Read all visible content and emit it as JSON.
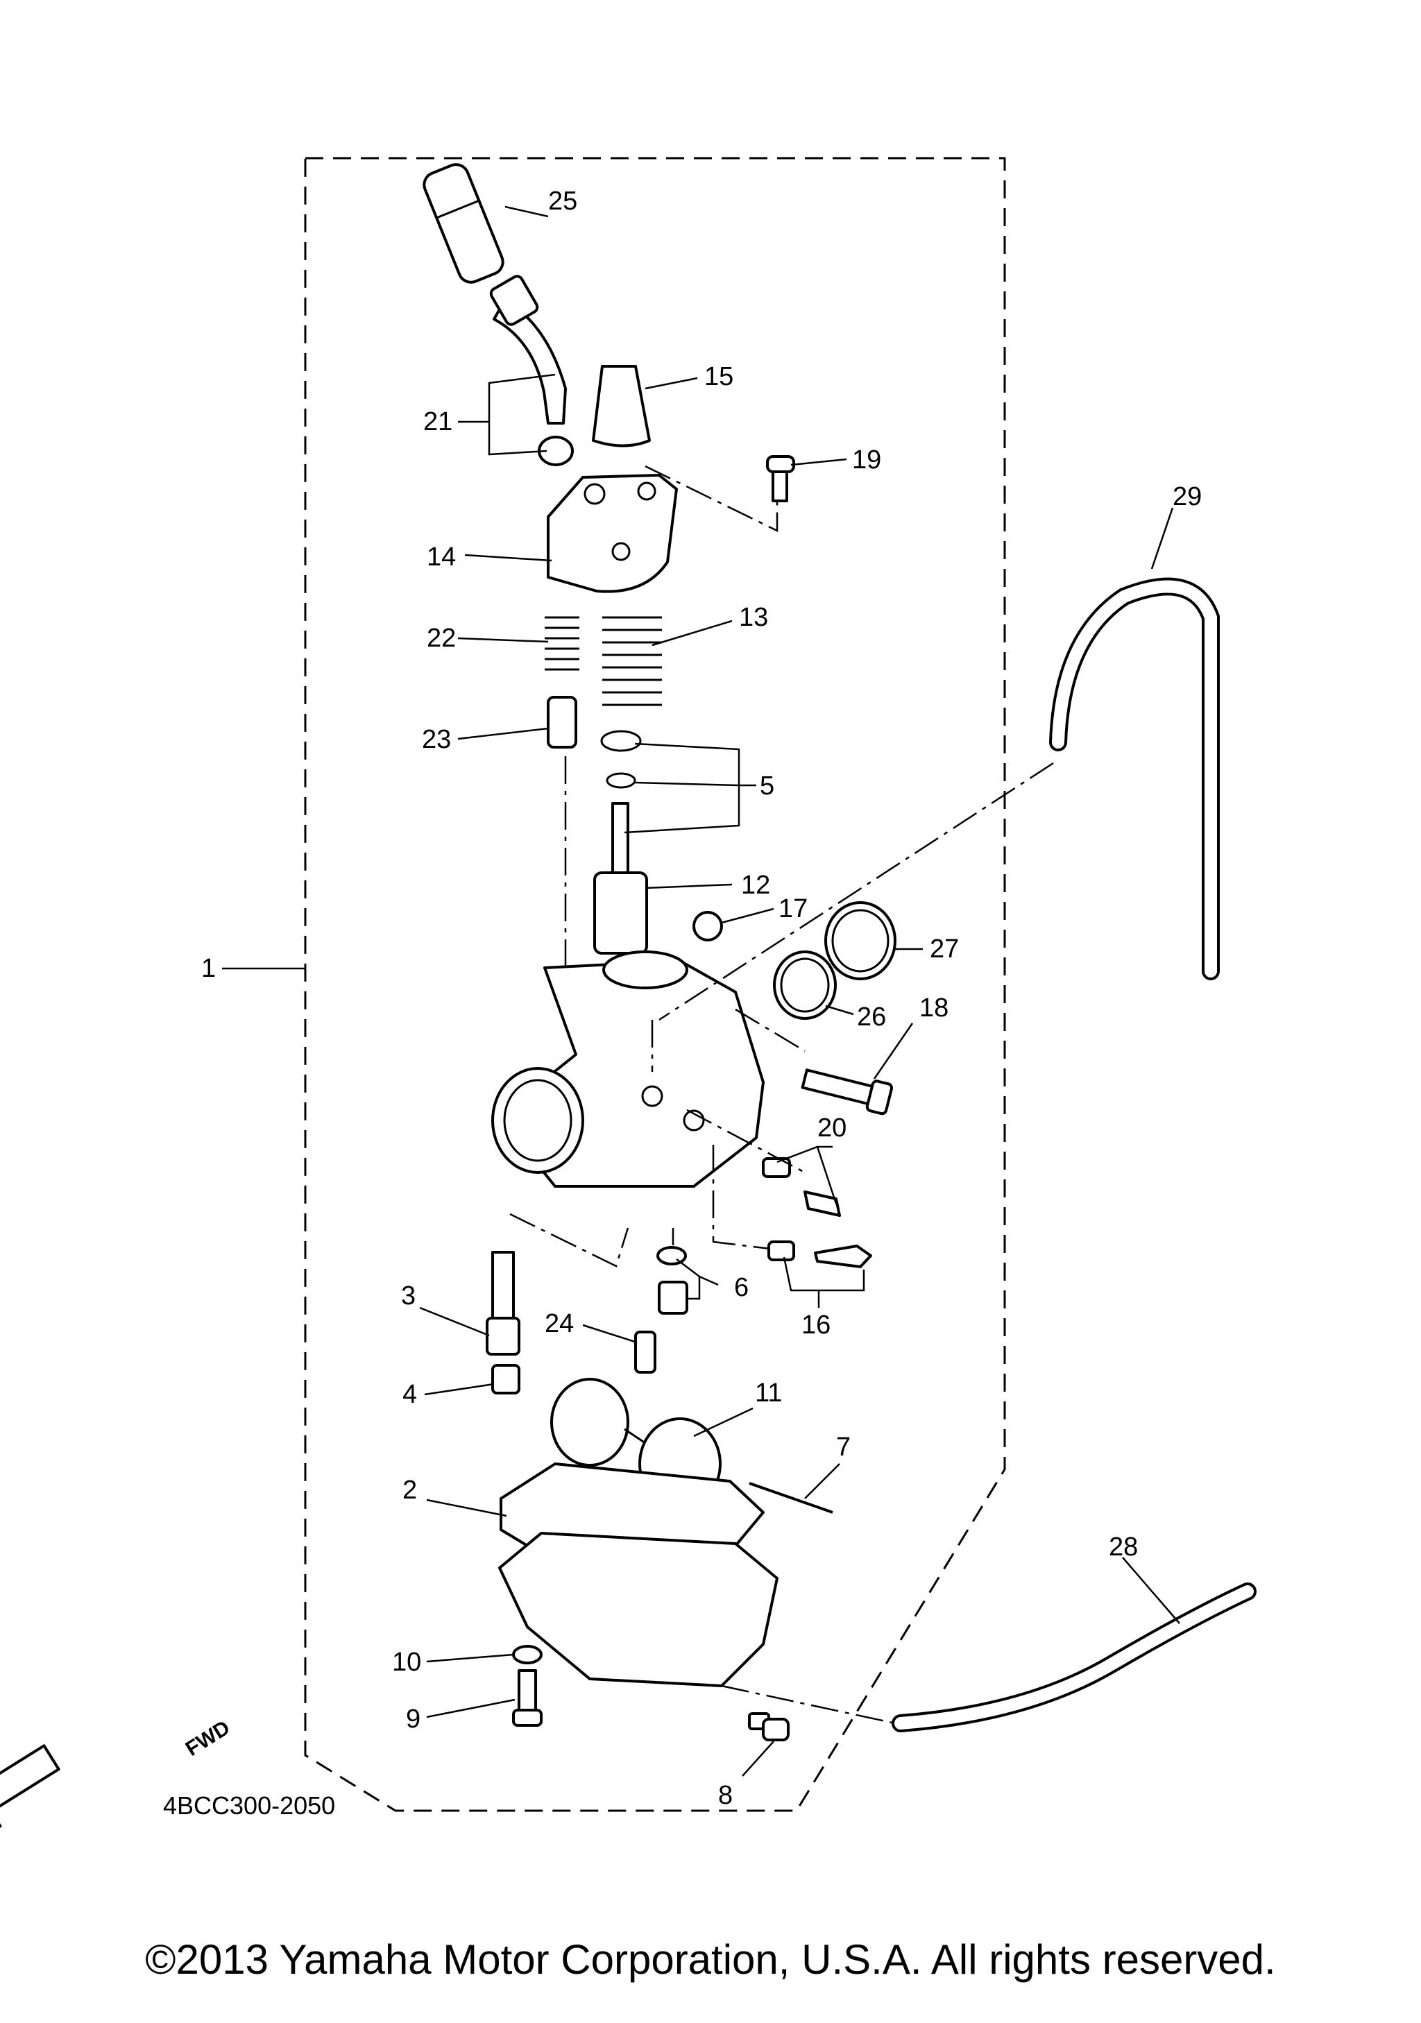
{
  "callouts": {
    "c1": "1",
    "c2": "2",
    "c3": "3",
    "c4": "4",
    "c5": "5",
    "c6": "6",
    "c7": "7",
    "c8": "8",
    "c9": "9",
    "c10": "10",
    "c11": "11",
    "c12": "12",
    "c13": "13",
    "c14": "14",
    "c15": "15",
    "c16": "16",
    "c17": "17",
    "c18": "18",
    "c19": "19",
    "c20": "20",
    "c21": "21",
    "c22": "22",
    "c23": "23",
    "c24": "24",
    "c25": "25",
    "c26": "26",
    "c27": "27",
    "c28": "28",
    "c29": "29"
  },
  "fwd_label": "FWD",
  "drawing_code": "4BCC300-2050",
  "copyright": "©2013 Yamaha Motor Corporation, U.S.A. All rights reserved."
}
